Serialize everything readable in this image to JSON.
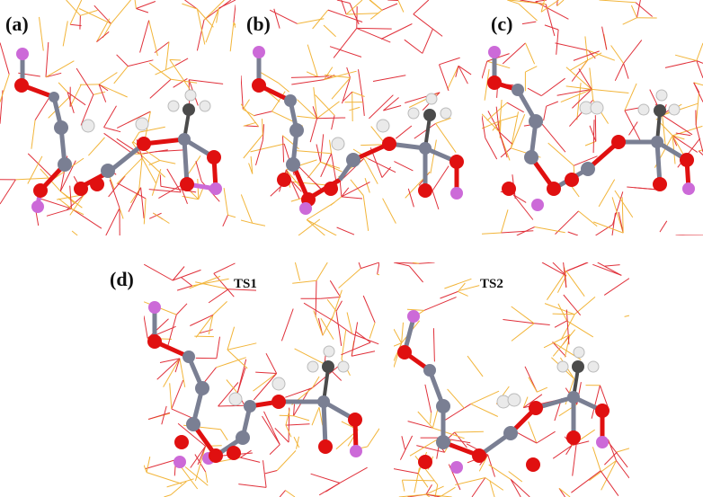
{
  "figure": {
    "panels": [
      {
        "label": "(a)",
        "title": ""
      },
      {
        "label": "(b)",
        "title": ""
      },
      {
        "label": "(c)",
        "title": ""
      },
      {
        "label": "(d)",
        "title": "TS1"
      },
      {
        "label": "",
        "title": "TS2"
      }
    ],
    "colors": {
      "oxygen": "#e01010",
      "metal": "#7a7f93",
      "hydrogen": "#eaeaea",
      "carbon": "#4b4b4b",
      "dopant": "#cc6ad8",
      "framework_red": "#e0303a",
      "framework_gold": "#f2b53a"
    }
  }
}
